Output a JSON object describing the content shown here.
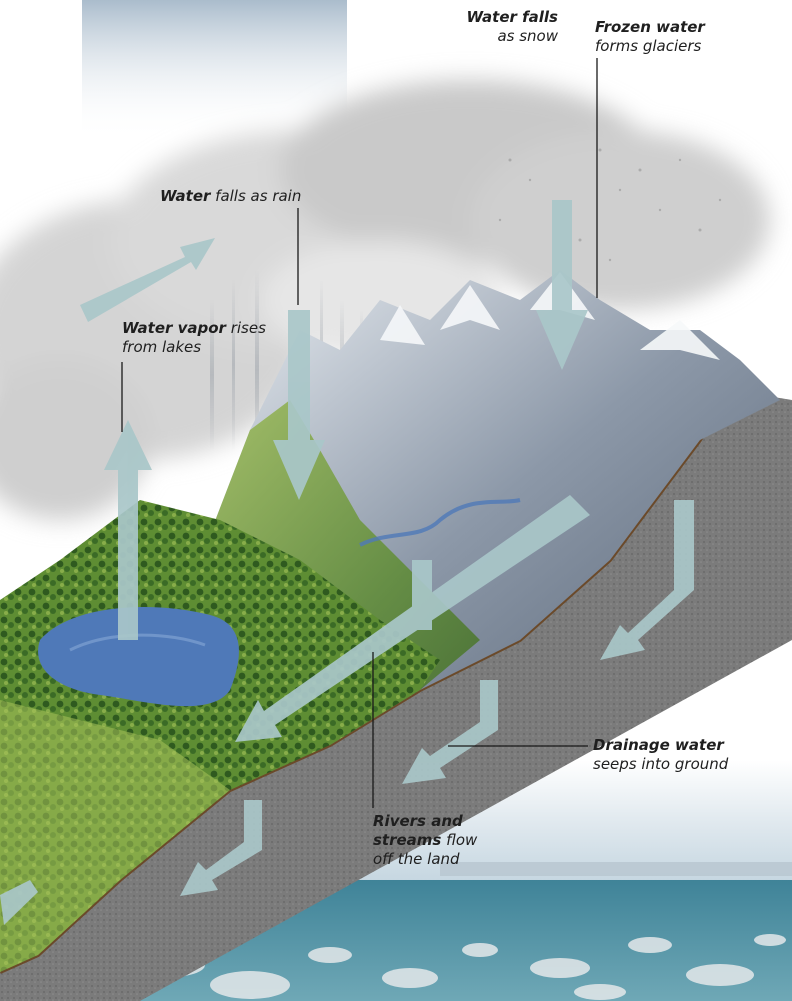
{
  "colors": {
    "arrow": "#a9c7c9",
    "lake": "#4f79b8",
    "ground": "#7d7d7d",
    "soil": "#6b4a2a",
    "grass": "#8fb24a",
    "sea": "#4e8da2",
    "sky": "#c9d8e4"
  },
  "labels": {
    "snow": {
      "bold": "Water falls",
      "rest": "as snow"
    },
    "glacier": {
      "bold": "Frozen water",
      "rest": "forms glaciers"
    },
    "rain": {
      "bold": "Water",
      "rest": " falls as rain"
    },
    "vapor": {
      "bold": "Water vapor",
      "rest": " rises",
      "rest2": "from lakes"
    },
    "drainage": {
      "bold": "Drainage water",
      "rest": "seeps into ground"
    },
    "rivers": {
      "bold1": "Rivers and",
      "bold2": "streams",
      "rest": " flow",
      "rest2": "off the land"
    }
  }
}
